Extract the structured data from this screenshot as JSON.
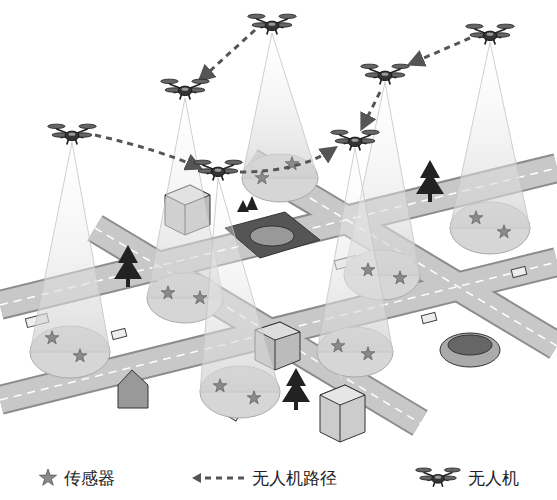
{
  "diagram": {
    "legend": [
      {
        "text": "传感器"
      },
      {
        "text": "无人机路径"
      },
      {
        "text": "无人机"
      }
    ]
  }
}
